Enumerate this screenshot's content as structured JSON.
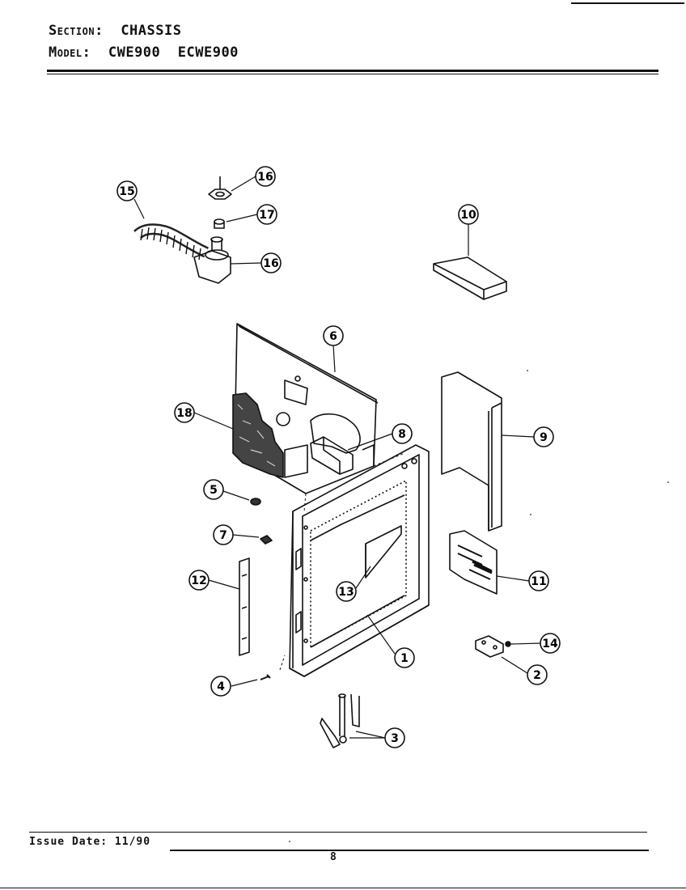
{
  "header": {
    "section_label": "Section:",
    "section_value": "CHASSIS",
    "model_label": "Model:",
    "model_value_1": "CWE900",
    "model_value_2": "ECWE900"
  },
  "footer": {
    "issue_label": "Issue Date:",
    "issue_value": "11/90",
    "page_number": "8"
  },
  "callouts": [
    "16",
    "17",
    "16",
    "15",
    "10",
    "6",
    "18",
    "8",
    "9",
    "5",
    "7",
    "12",
    "13",
    "11",
    "1",
    "14",
    "2",
    "4",
    "3"
  ],
  "colors": {
    "ink": "#111111",
    "paper": "#ffffff"
  }
}
